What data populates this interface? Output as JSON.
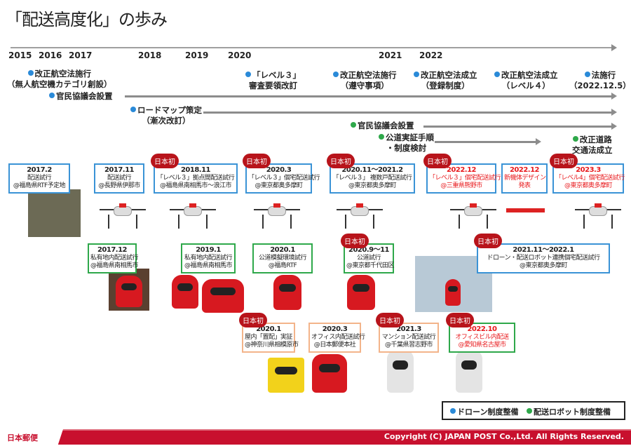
{
  "title": "「配送高度化」の歩み",
  "years": [
    "2015",
    "2016",
    "2017",
    "2018",
    "2019",
    "2020",
    "2021",
    "2022"
  ],
  "events": [
    {
      "lines": [
        "改正航空法施行",
        "（無人航空機カテゴリ創設）"
      ],
      "color": "#2a8ad8"
    },
    {
      "lines": [
        "官民協議会設置"
      ],
      "color": "#2a8ad8"
    },
    {
      "lines": [
        "ロードマップ策定",
        "（漸次改訂）"
      ],
      "color": "#2a8ad8"
    },
    {
      "lines": [
        "「レベル３」",
        "審査要領改訂"
      ],
      "color": "#2a8ad8"
    },
    {
      "lines": [
        "改正航空法施行",
        "（遵守事項）"
      ],
      "color": "#2a8ad8"
    },
    {
      "lines": [
        "改正航空法成立",
        "（登録制度）"
      ],
      "color": "#2a8ad8"
    },
    {
      "lines": [
        "改正航空法成立",
        "（レベル４）"
      ],
      "color": "#2a8ad8"
    },
    {
      "lines": [
        "法施行",
        "（2022.12.5）"
      ],
      "color": "#2a8ad8"
    },
    {
      "lines": [
        "官民協議会設置"
      ],
      "color": "#2ea84a"
    },
    {
      "lines": [
        "公道実証手順",
        "・制度検討"
      ],
      "color": "#2ea84a"
    },
    {
      "lines": [
        "改正道路",
        "交通法成立"
      ],
      "color": "#2ea84a"
    }
  ],
  "badge": "日本初",
  "drone_trials": [
    {
      "date": "2017.2",
      "lines": [
        "配送試行",
        "@福島県RTF予定地"
      ],
      "first": false,
      "red": false
    },
    {
      "date": "2017.11",
      "lines": [
        "配送試行",
        "@長野県伊那市"
      ],
      "first": false,
      "red": false
    },
    {
      "date": "2018.11",
      "lines": [
        "「レベル３」拠点間配送試行",
        "@福島県南相馬市～浪江市"
      ],
      "first": true,
      "red": false
    },
    {
      "date": "2020.3",
      "lines": [
        "「レベル３」個宅配送試行",
        "@東京都奥多摩町"
      ],
      "first": true,
      "red": false
    },
    {
      "date": "2020.11～2021.2",
      "lines": [
        "「レベル３」 複数戸配送試行",
        "@東京都奥多摩町"
      ],
      "first": true,
      "red": false
    },
    {
      "date": "2022.12",
      "lines": [
        "「レベル３」個宅配送試行",
        "@三重県熊野市"
      ],
      "first": true,
      "red": true
    },
    {
      "date": "2022.12",
      "lines": [
        "新機体デザイン",
        "発表"
      ],
      "first": false,
      "red": true
    },
    {
      "date": "2023.3",
      "lines": [
        "「レベル4」個宅配送試行",
        "@東京都奥多摩町"
      ],
      "first": true,
      "red": true
    }
  ],
  "robot_trials": [
    {
      "date": "2017.12",
      "lines": [
        "私有地内配送試行",
        "@福島県南相馬市"
      ],
      "first": false,
      "red": false,
      "style": "g"
    },
    {
      "date": "2019.1",
      "lines": [
        "私有地内配送試行",
        "@福島県南相馬市"
      ],
      "first": false,
      "red": false,
      "style": "g"
    },
    {
      "date": "2020.1",
      "lines": [
        "公道模擬環境試行",
        "@福島RTF"
      ],
      "first": false,
      "red": false,
      "style": "g"
    },
    {
      "date": "2020.9～11",
      "lines": [
        "公道試行",
        "@東京都千代田区"
      ],
      "first": true,
      "red": false,
      "style": "g"
    },
    {
      "date": "2021.11～2022.1",
      "lines": [
        "ドローン・配送ロボット連携個宅配送試行",
        "@東京都奥多摩町"
      ],
      "first": true,
      "red": false,
      "style": "b"
    },
    {
      "date": "2020.1",
      "lines": [
        "屋内「置配」実証",
        "@神奈川県相模原市"
      ],
      "first": true,
      "red": false,
      "style": "o"
    },
    {
      "date": "2020.3",
      "lines": [
        "オフィス内配送試行",
        "@日本郵便本社"
      ],
      "first": false,
      "red": false,
      "style": "o"
    },
    {
      "date": "2021.3",
      "lines": [
        "マンション配送試行",
        "@千葉県習志野市"
      ],
      "first": true,
      "red": false,
      "style": "o"
    },
    {
      "date": "2022.10",
      "lines": [
        "オフィスビル内配送",
        "@愛知県名古屋市"
      ],
      "first": true,
      "red": true,
      "style": "g"
    }
  ],
  "legend": {
    "drone": "ドローン制度整備",
    "robot": "配送ロボット制度整備",
    "drone_color": "#2a8ad8",
    "robot_color": "#2ea84a"
  },
  "footer": {
    "logo": "日本郵便",
    "copyright": "Copyright (C) JAPAN POST Co.,Ltd.  All Rights Reserved.",
    "color": "#c8102e"
  }
}
